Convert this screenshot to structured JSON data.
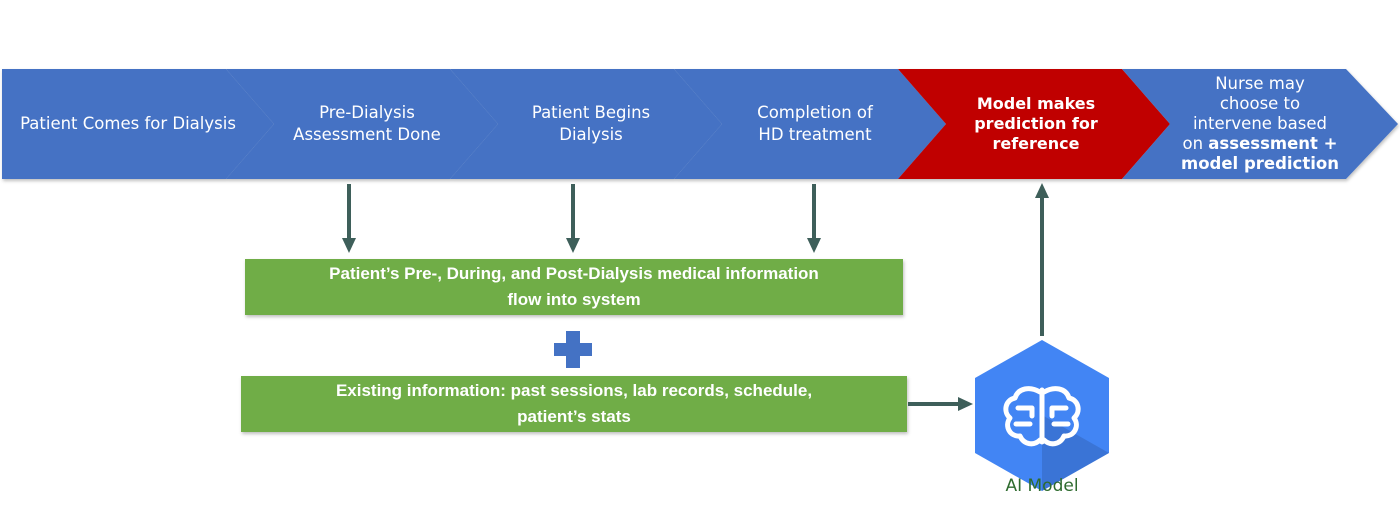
{
  "steps": [
    {
      "label": "Patient Comes for Dialysis",
      "color": "#4472c4"
    },
    {
      "label": "Pre-Dialysis\nAssessment Done",
      "color": "#4472c4"
    },
    {
      "label": "Patient Begins\nDialysis",
      "color": "#4472c4"
    },
    {
      "label": "Completion of\nHD treatment",
      "color": "#4472c4"
    },
    {
      "label": "Model makes\nprediction for\nreference",
      "color": "#c00000"
    },
    {
      "label_plain": "Nurse may\nchoose to\nintervene based\non ",
      "label_bold_1": "assessment +",
      "label_bold_2": "model prediction",
      "color": "#4472c4"
    }
  ],
  "info_boxes": {
    "current": {
      "label": "Patient’s Pre-, During, and Post-Dialysis medical information\nflow into system",
      "color": "#70ad47"
    },
    "existing": {
      "label": "Existing information: past sessions, lab records, schedule,\npatient’s stats",
      "color": "#70ad47"
    }
  },
  "plus_color": "#4472c4",
  "arrow_color": "#3e5f5a",
  "model": {
    "label": "AI Model",
    "icon": "brain-icon",
    "color": "#4285f4"
  }
}
